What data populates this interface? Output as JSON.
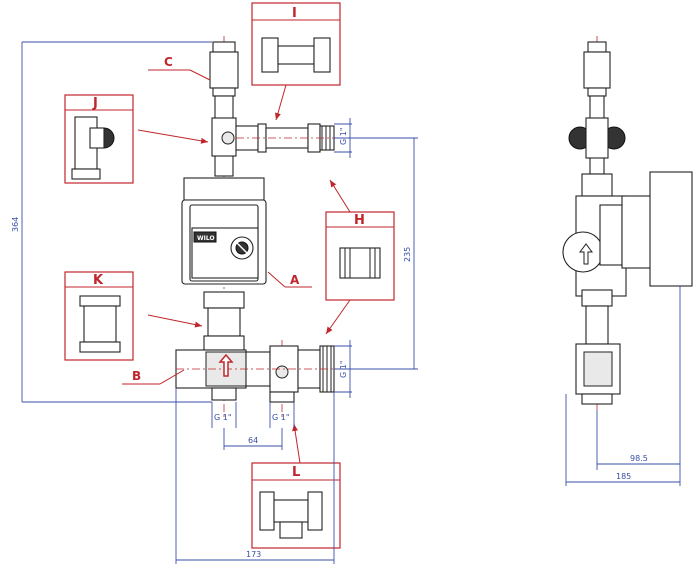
{
  "drawing": {
    "callouts": {
      "I": "I",
      "J": "J",
      "H": "H",
      "K": "K",
      "L": "L"
    },
    "refs": {
      "A": "A",
      "B": "B",
      "C": "C"
    },
    "pump_brand": "WILO",
    "dimensions": {
      "overall_height": "364",
      "port_spacing": "235",
      "thread_top": "G 1\"",
      "thread_mid": "G 1\"",
      "thread_bottom_left": "G 1\"",
      "thread_bottom_right": "G 1\"",
      "bottom_spacing": "64",
      "overall_width": "173",
      "side_offset": "98.5",
      "side_width": "185"
    }
  }
}
